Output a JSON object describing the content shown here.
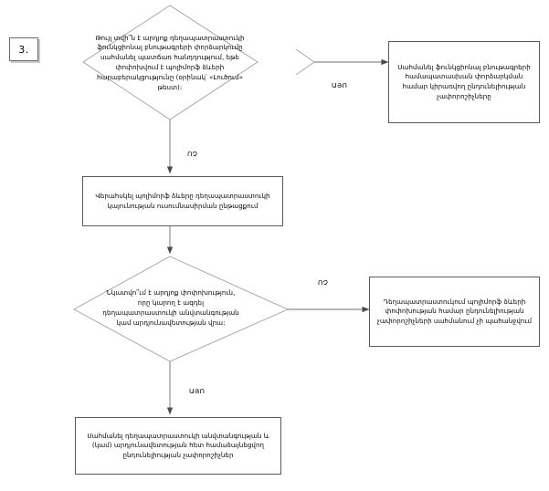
{
  "diagram": {
    "step_tag": "3.",
    "decisions": [
      {
        "id": "decision-1",
        "text": "Թույլ տվի՞ն է արդյոք դեղապատրաստուկի ֆունկցիոնալ բնութագրերի փորձարկումը սահմանել պատճառ հանդդությում, եթե փոփոխվում է պոլիմորֆ ձևերի հարաբերակցությունը (օրինակ՝ «Լուծում» թեստ):"
      },
      {
        "id": "decision-2",
        "text": "Նկատվո՞ւմ է արդյոք փոփոխություն, որը կարող է ազդել դեղապատրաստուկի անվտանգության կամ արդյունավետության վրա:"
      }
    ],
    "processes": [
      {
        "id": "process-right-top",
        "text": "Սահմանել ֆունկցիոնալ բնութագրերի համապատասխան փորձարկման համար կիրառվող ընդունելիության չափորոշիչները"
      },
      {
        "id": "process-monitor",
        "text": "Վերահսկել պոլիմորֆ ձևերը դեղապատրաստուկի կայունության ուսումնասիրման ընթացքում"
      },
      {
        "id": "process-right-mid",
        "text": "Դեղապատրաստուկում պոլիմորֆ ձևերի փոփոխության համար ընդունելիության չափորոշիչների սահմանում չի պահանջվում"
      },
      {
        "id": "process-bottom",
        "text": "Սահմանել դեղապատրաստուկի անվտանգության և (կամ) արդյունավետության հետ համաձայնեցվող ընդունելիության չափորոշիչներ"
      }
    ],
    "edge_labels": {
      "yes_top": "ԱՅՈ",
      "no_top": "ՈՉ",
      "no_mid": "ՈՉ",
      "yes_bottom": "ԱՅՈ"
    },
    "colors": {
      "stroke": "#5a5a5a",
      "diamond_stroke": "#9a9a9a",
      "background": "#ffffff",
      "text": "#000000"
    }
  }
}
